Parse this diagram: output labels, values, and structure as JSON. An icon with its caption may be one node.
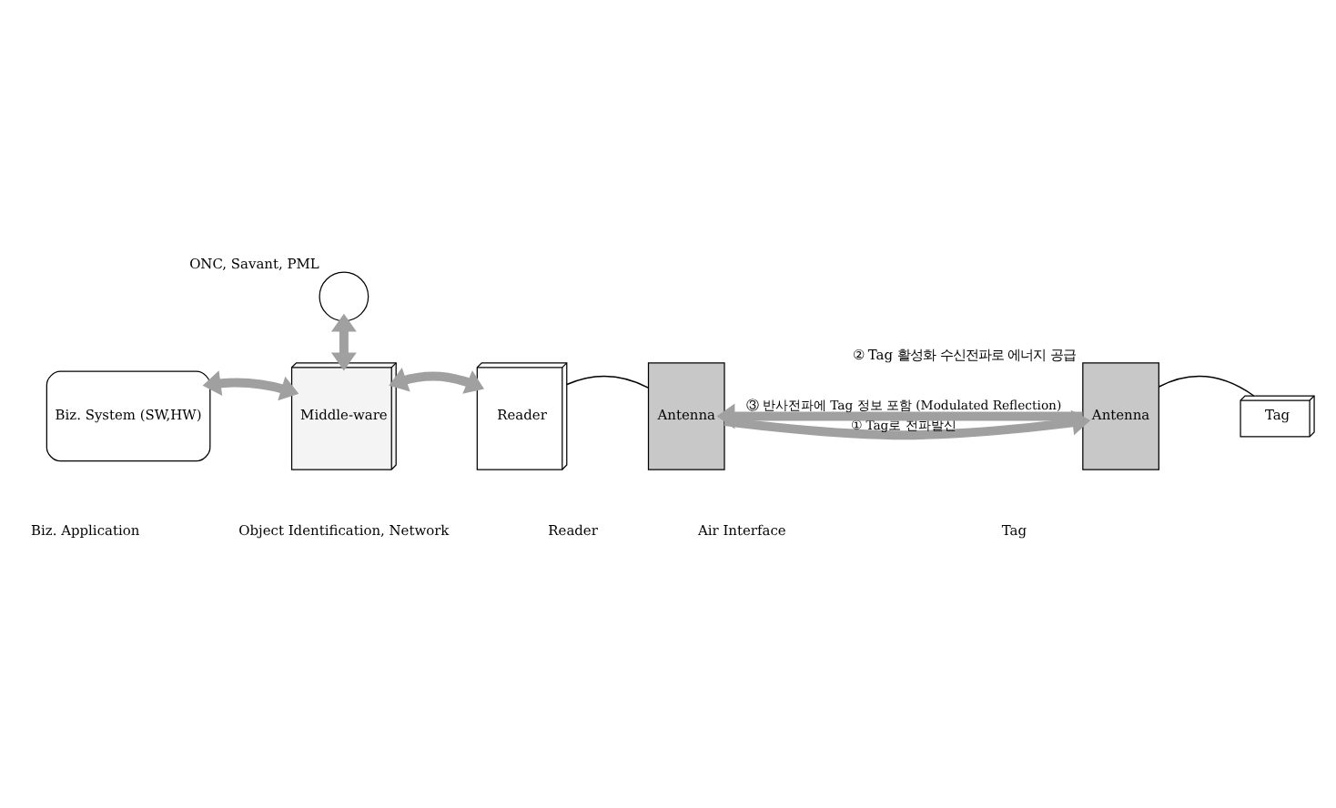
{
  "diagram": {
    "nodes": [
      {
        "text": [],
        "shape": "circle",
        "beside": [
          "ONC, Savant, PML"
        ]
      },
      {
        "text": [
          "Biz. System (SW,HW)"
        ]
      },
      {
        "text": [
          "Middle-ware"
        ]
      },
      {
        "text": [
          "Reader"
        ]
      },
      {
        "text": [
          "Antenna"
        ]
      },
      {
        "text": [
          "Antenna"
        ],
        "beside": [
          "② Tag 활성화 수신전파로 에너지 공급"
        ]
      },
      {
        "text": [
          "Tag"
        ]
      }
    ],
    "edges": [
      {
        "from": 0,
        "to": 2,
        "arrow": "both"
      },
      {
        "from": 1,
        "to": 2,
        "arrow": "both"
      },
      {
        "from": 2,
        "to": 3,
        "arrow": "both"
      },
      {
        "from": 3,
        "to": 4,
        "arrow": "none",
        "color": "#000000"
      },
      {
        "from": 4,
        "to": 5,
        "arrow": "to",
        "label": "① Tag로 전파발신"
      },
      {
        "from": 5,
        "to": 4,
        "arrow": "to",
        "label": "③ 반사전파에 Tag 정보 포함 (Modulated Reflection)"
      },
      {
        "from": 5,
        "to": 6,
        "arrow": "none",
        "color": "#000000"
      }
    ],
    "labels": [
      "Biz. Application",
      "Object Identification, Network",
      "Reader",
      "Air Interface",
      "Tag"
    ]
  }
}
